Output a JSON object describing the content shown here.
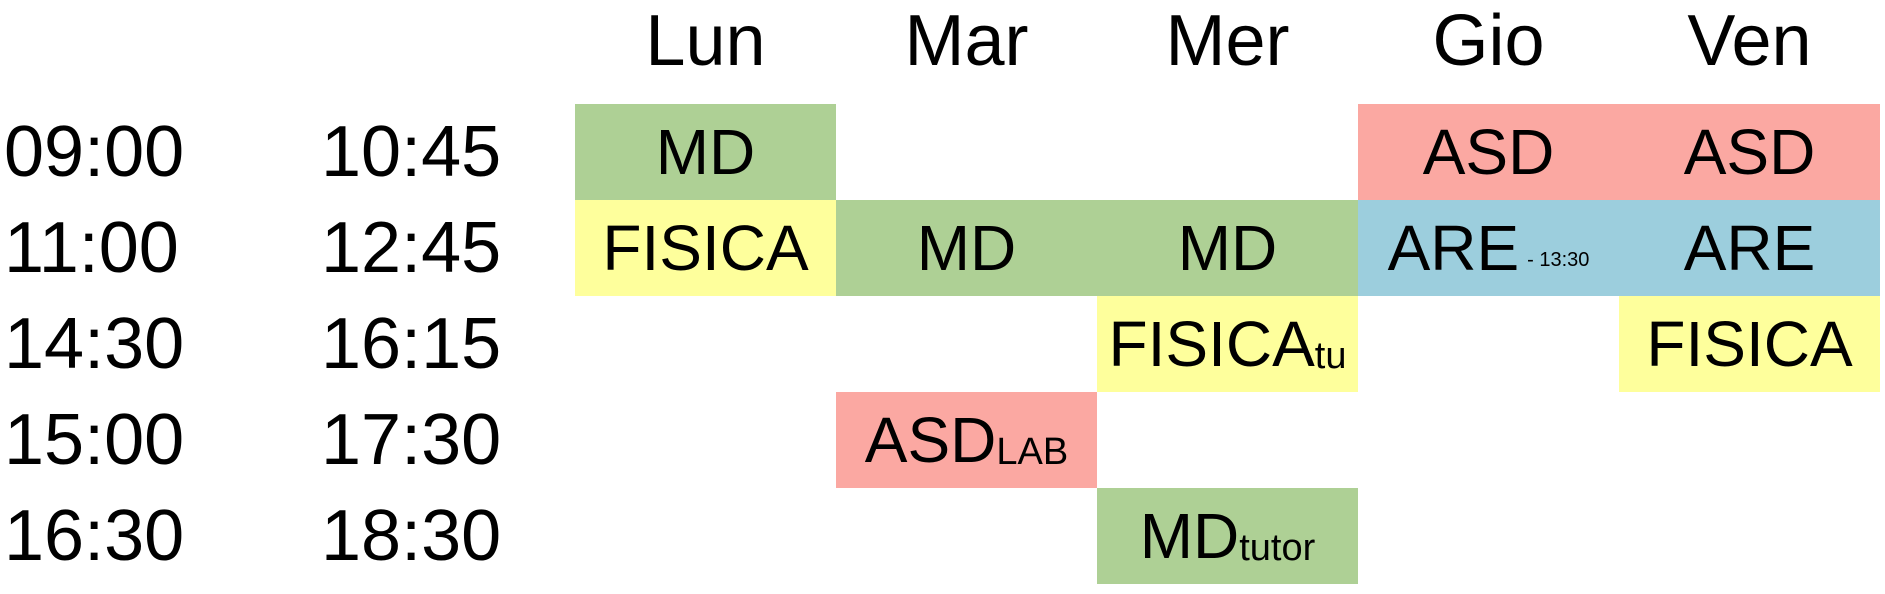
{
  "days": [
    "Lun",
    "Mar",
    "Mer",
    "Gio",
    "Ven"
  ],
  "slots": [
    {
      "start": "09:00",
      "end": "10:45"
    },
    {
      "start": "11:00",
      "end": "12:45"
    },
    {
      "start": "14:30",
      "end": "16:15"
    },
    {
      "start": "15:00",
      "end": "17:30"
    },
    {
      "start": "16:30",
      "end": "18:30"
    }
  ],
  "entries": {
    "lun_1": {
      "label": "MD",
      "color": "#aed095"
    },
    "gio_1": {
      "label": "ASD",
      "color": "#fba8a2"
    },
    "ven_1": {
      "label": "ASD",
      "color": "#fba8a2"
    },
    "lun_2": {
      "label": "FISICA",
      "color": "#feff9c"
    },
    "mar_2": {
      "label": "MD",
      "color": "#aed095"
    },
    "mer_2": {
      "label": "MD",
      "color": "#aed095"
    },
    "gio_2": {
      "label": "ARE",
      "note": "- 13:30",
      "color": "#9ccedd"
    },
    "ven_2": {
      "label": "ARE",
      "color": "#9ccedd"
    },
    "mer_3": {
      "label": "FISICA",
      "sub": "tu",
      "color": "#feff9c"
    },
    "ven_3": {
      "label": "FISICA",
      "color": "#feff9c"
    },
    "mar_4": {
      "label": "ASD",
      "sub": "LAB",
      "color": "#fba8a2"
    },
    "mer_5": {
      "label": "MD",
      "sub": "tutor",
      "color": "#aed095"
    }
  }
}
